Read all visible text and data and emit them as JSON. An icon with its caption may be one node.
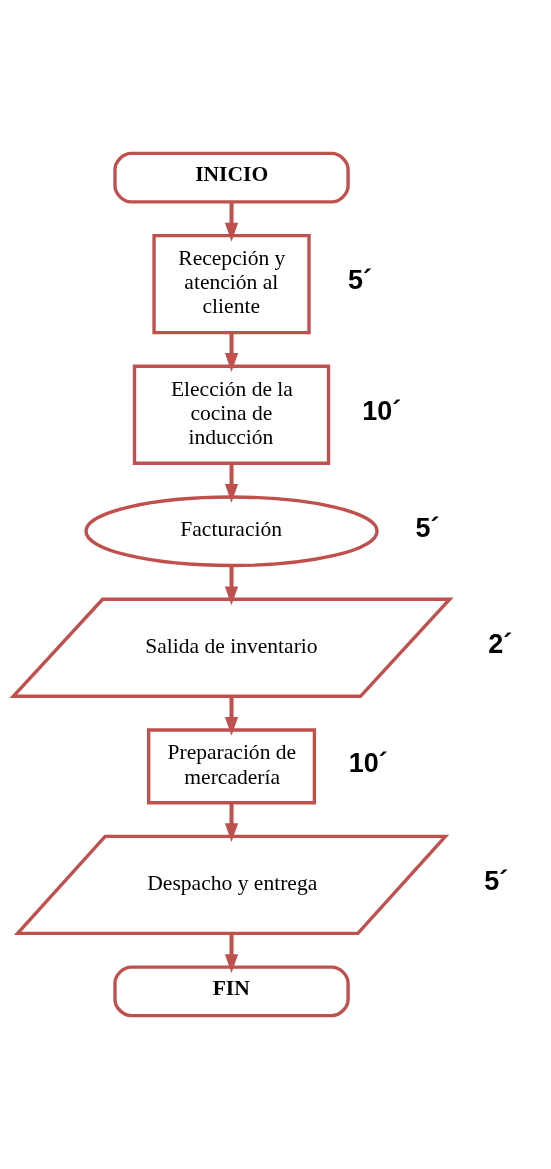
{
  "diagram": {
    "nodes": [
      {
        "text": [
          "INICIO"
        ]
      },
      {
        "text": [
          "Recepción y atención al cliente"
        ],
        "beside": [
          "5´"
        ]
      },
      {
        "text": [
          "Elección de la cocina de inducción"
        ],
        "beside": [
          "10´"
        ]
      },
      {
        "text": [
          "Facturación"
        ],
        "beside": [
          "5´"
        ]
      },
      {
        "text": [
          "Salida de inventario"
        ],
        "beside": [
          "2´"
        ]
      },
      {
        "text": [
          "Preparación de mercadería"
        ],
        "beside": [
          "10´"
        ]
      },
      {
        "text": [
          "Despacho y entrega"
        ],
        "beside": [
          "5´"
        ]
      },
      {
        "text": [
          "FIN"
        ]
      }
    ],
    "edges": [
      {
        "from": 0,
        "to": 1,
        "arrow": "to"
      },
      {
        "from": 1,
        "to": 2,
        "arrow": "to"
      },
      {
        "from": 2,
        "to": 3,
        "arrow": "to"
      },
      {
        "from": 3,
        "to": 4,
        "arrow": "to"
      },
      {
        "from": 4,
        "to": 5,
        "arrow": "to"
      },
      {
        "from": 5,
        "to": 6,
        "arrow": "to"
      },
      {
        "from": 6,
        "to": 7,
        "arrow": "to"
      }
    ]
  }
}
